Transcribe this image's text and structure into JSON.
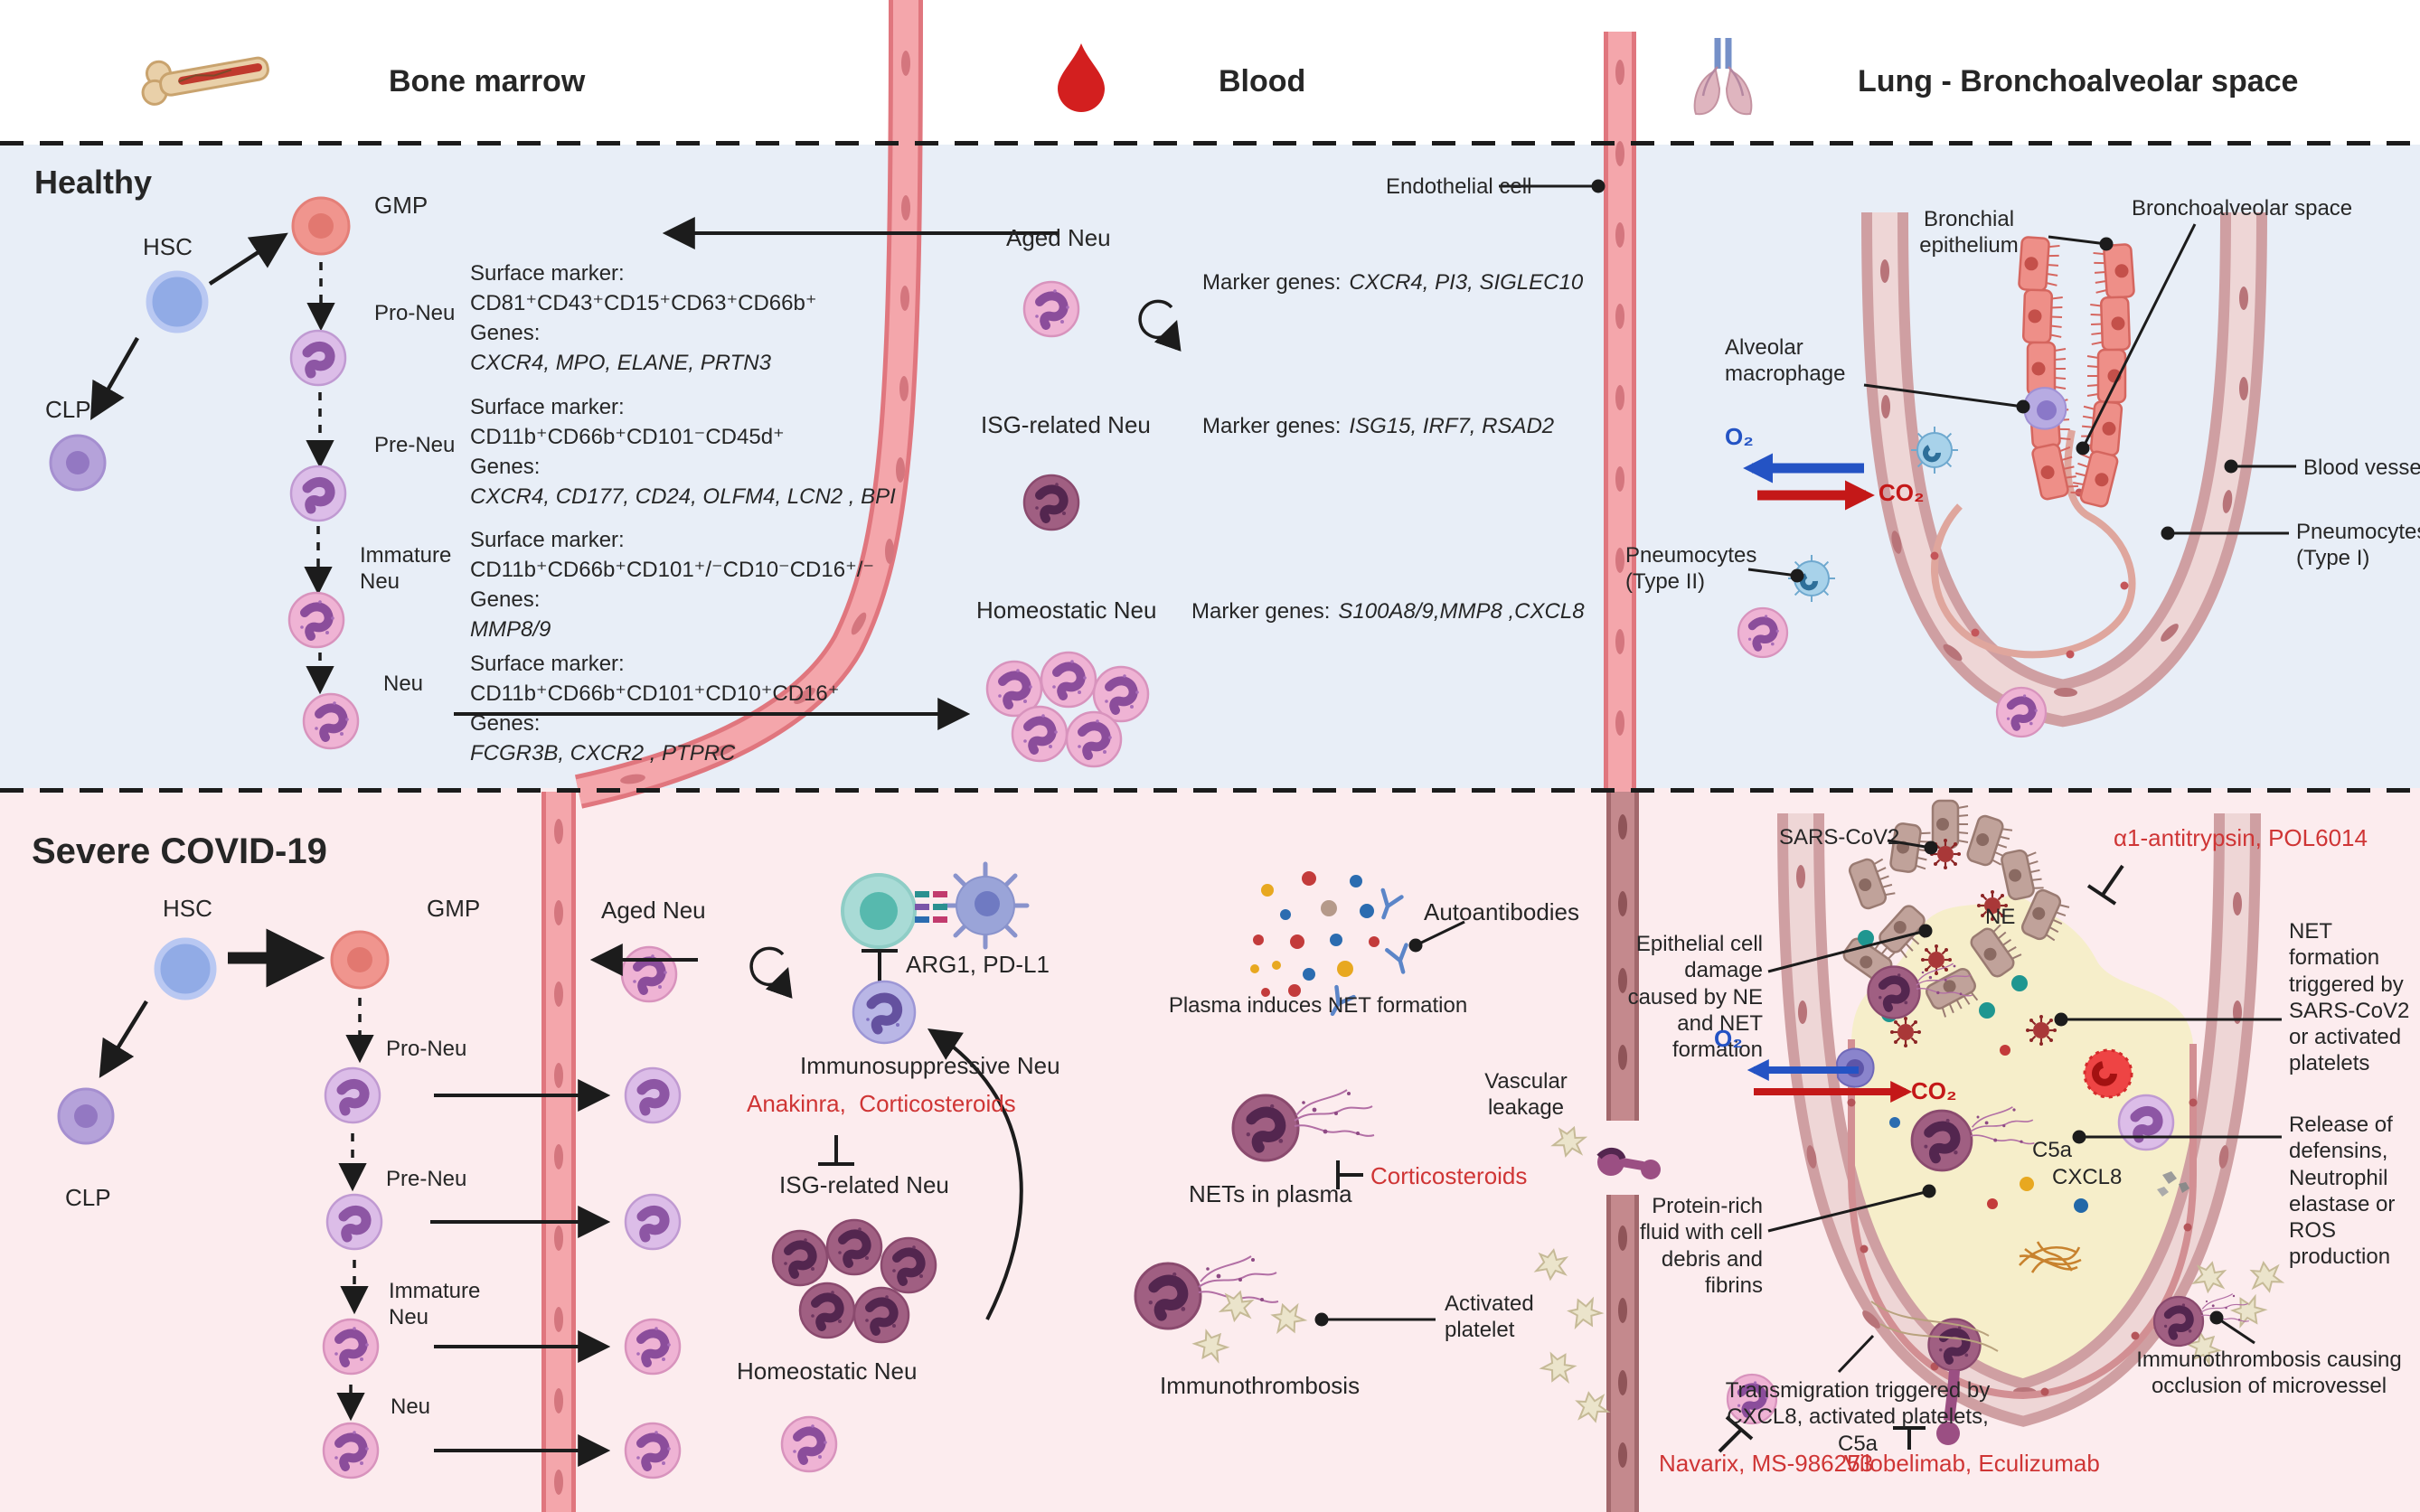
{
  "header": {
    "bone_marrow": "Bone marrow",
    "blood": "Blood",
    "lung": "Lung - Bronchoalveolar space"
  },
  "colors": {
    "healthy_bg": "#e8eef7",
    "severe_bg": "#fcecee",
    "accent_red": "#cf3535",
    "o2_blue": "#2453c4",
    "co2_red": "#c41818"
  },
  "healthy": {
    "title": "Healthy",
    "bone_marrow": {
      "hsc": "HSC",
      "gmp": "GMP",
      "clp": "CLP",
      "surface_label": "Surface marker:",
      "genes_label": "Genes:",
      "stages": [
        {
          "label": "Pro-Neu",
          "surface": "CD81⁺CD43⁺CD15⁺CD63⁺CD66b⁺",
          "genes": "CXCR4, MPO, ELANE, PRTN3"
        },
        {
          "label": "Pre-Neu",
          "surface": "CD11b⁺CD66b⁺CD101⁻CD45d⁺",
          "genes": "CXCR4, CD177, CD24, OLFM4, LCN2 , BPI"
        },
        {
          "label": "Immature Neu",
          "surface": "CD11b⁺CD66b⁺CD101⁺/⁻CD10⁻CD16⁺/⁻",
          "genes": "MMP8/9"
        },
        {
          "label": "Neu",
          "surface": "CD11b⁺CD66b⁺CD101⁺CD10⁺CD16⁺",
          "genes": "FCGR3B, CXCR2 , PTPRC"
        }
      ]
    },
    "blood": {
      "marker_genes_label": "Marker genes:",
      "aged": {
        "label": "Aged Neu",
        "genes": "CXCR4, PI3, SIGLEC10"
      },
      "isg": {
        "label": "ISG-related Neu",
        "genes": "ISG15, IRF7, RSAD2"
      },
      "homeostatic": {
        "label": "Homeostatic Neu",
        "genes": "S100A8/9,MMP8 ,CXCL8"
      }
    },
    "lung": {
      "endothelial_cell": "Endothelial cell",
      "bronchial_epithelium": "Bronchial epithelium",
      "bronchoalveolar_space": "Bronchoalveolar space",
      "alveolar_macrophage": "Alveolar macrophage",
      "blood_vessel": "Blood vessel",
      "pneumocytes_type1": "Pneumocytes (Type I)",
      "pneumocytes_type2": "Pneumocytes (Type II)",
      "o2": "O₂",
      "co2": "CO₂"
    }
  },
  "severe": {
    "title": "Severe COVID-19",
    "bone_marrow": {
      "hsc": "HSC",
      "gmp": "GMP",
      "clp": "CLP",
      "stages": [
        "Pro-Neu",
        "Pre-Neu",
        "Immature Neu",
        "Neu"
      ]
    },
    "blood": {
      "aged": "Aged Neu",
      "arg1_pdl1": "ARG1, PD-L1",
      "immunosuppressive": "Immunosuppressive Neu",
      "anakinra": "Anakinra,  Corticosteroids",
      "isg": "ISG-related Neu",
      "homeostatic": "Homeostatic Neu",
      "autoantibodies": "Autoantibodies",
      "plasma_net": "Plasma induces NET formation",
      "nets_in_plasma": "NETs in plasma",
      "corticosteroids": "Corticosteroids",
      "activated_platelet": "Activated platelet",
      "immunothrombosis": "Immunothrombosis",
      "vascular_leakage": "Vascular leakage"
    },
    "lung": {
      "sars_cov2": "SARS-CoV2",
      "antitrypsin": "α1-antitrypsin, POL6014",
      "ne": "NE",
      "epithelial_damage": "Epithelial cell damage caused by NE and NET formation",
      "net_formation": "NET formation triggered by SARS-CoV2 or activated platelets",
      "release": "Release of defensins, Neutrophil elastase or ROS production",
      "c5a": "C5a",
      "cxcl8": "CXCL8",
      "protein_fluid": "Protein-rich fluid with cell debris and fibrins",
      "o2": "O₂",
      "co2": "CO₂",
      "transmigration": "Transmigration triggered by CXCL8,  activated platelets, C5a",
      "navarix": "Navarix, MS-986253",
      "vilobelimab": "Vilobelimab, Eculizumab",
      "immunothrombosis_occlusion": "Immunothrombosis causing occlusion of microvessel"
    }
  }
}
